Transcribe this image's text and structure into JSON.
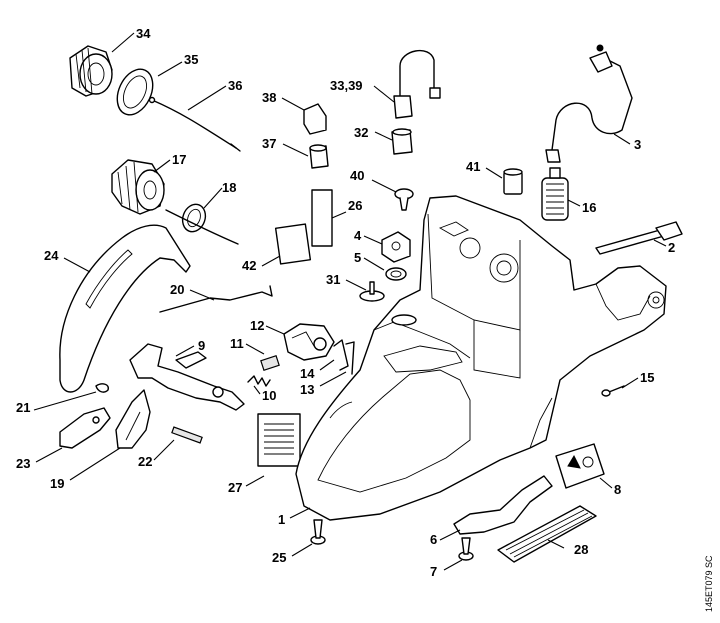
{
  "drawing_code": "145ET079 SC",
  "callouts": [
    {
      "id": "34",
      "text": "34"
    },
    {
      "id": "35",
      "text": "35"
    },
    {
      "id": "36",
      "text": "36"
    },
    {
      "id": "33_39",
      "text": "33,39"
    },
    {
      "id": "38",
      "text": "38"
    },
    {
      "id": "32",
      "text": "32"
    },
    {
      "id": "37",
      "text": "37"
    },
    {
      "id": "3",
      "text": "3"
    },
    {
      "id": "17",
      "text": "17"
    },
    {
      "id": "18",
      "text": "18"
    },
    {
      "id": "40",
      "text": "40"
    },
    {
      "id": "41",
      "text": "41"
    },
    {
      "id": "16",
      "text": "16"
    },
    {
      "id": "26",
      "text": "26"
    },
    {
      "id": "24",
      "text": "24"
    },
    {
      "id": "4",
      "text": "4"
    },
    {
      "id": "5",
      "text": "5"
    },
    {
      "id": "2",
      "text": "2"
    },
    {
      "id": "42",
      "text": "42"
    },
    {
      "id": "31",
      "text": "31"
    },
    {
      "id": "20",
      "text": "20"
    },
    {
      "id": "12",
      "text": "12"
    },
    {
      "id": "9",
      "text": "9"
    },
    {
      "id": "11",
      "text": "11"
    },
    {
      "id": "14",
      "text": "14"
    },
    {
      "id": "13",
      "text": "13"
    },
    {
      "id": "10",
      "text": "10"
    },
    {
      "id": "15",
      "text": "15"
    },
    {
      "id": "21",
      "text": "21"
    },
    {
      "id": "23",
      "text": "23"
    },
    {
      "id": "22",
      "text": "22"
    },
    {
      "id": "19",
      "text": "19"
    },
    {
      "id": "27",
      "text": "27"
    },
    {
      "id": "8",
      "text": "8"
    },
    {
      "id": "1",
      "text": "1"
    },
    {
      "id": "6",
      "text": "6"
    },
    {
      "id": "25",
      "text": "25"
    },
    {
      "id": "28",
      "text": "28"
    },
    {
      "id": "7",
      "text": "7"
    }
  ]
}
